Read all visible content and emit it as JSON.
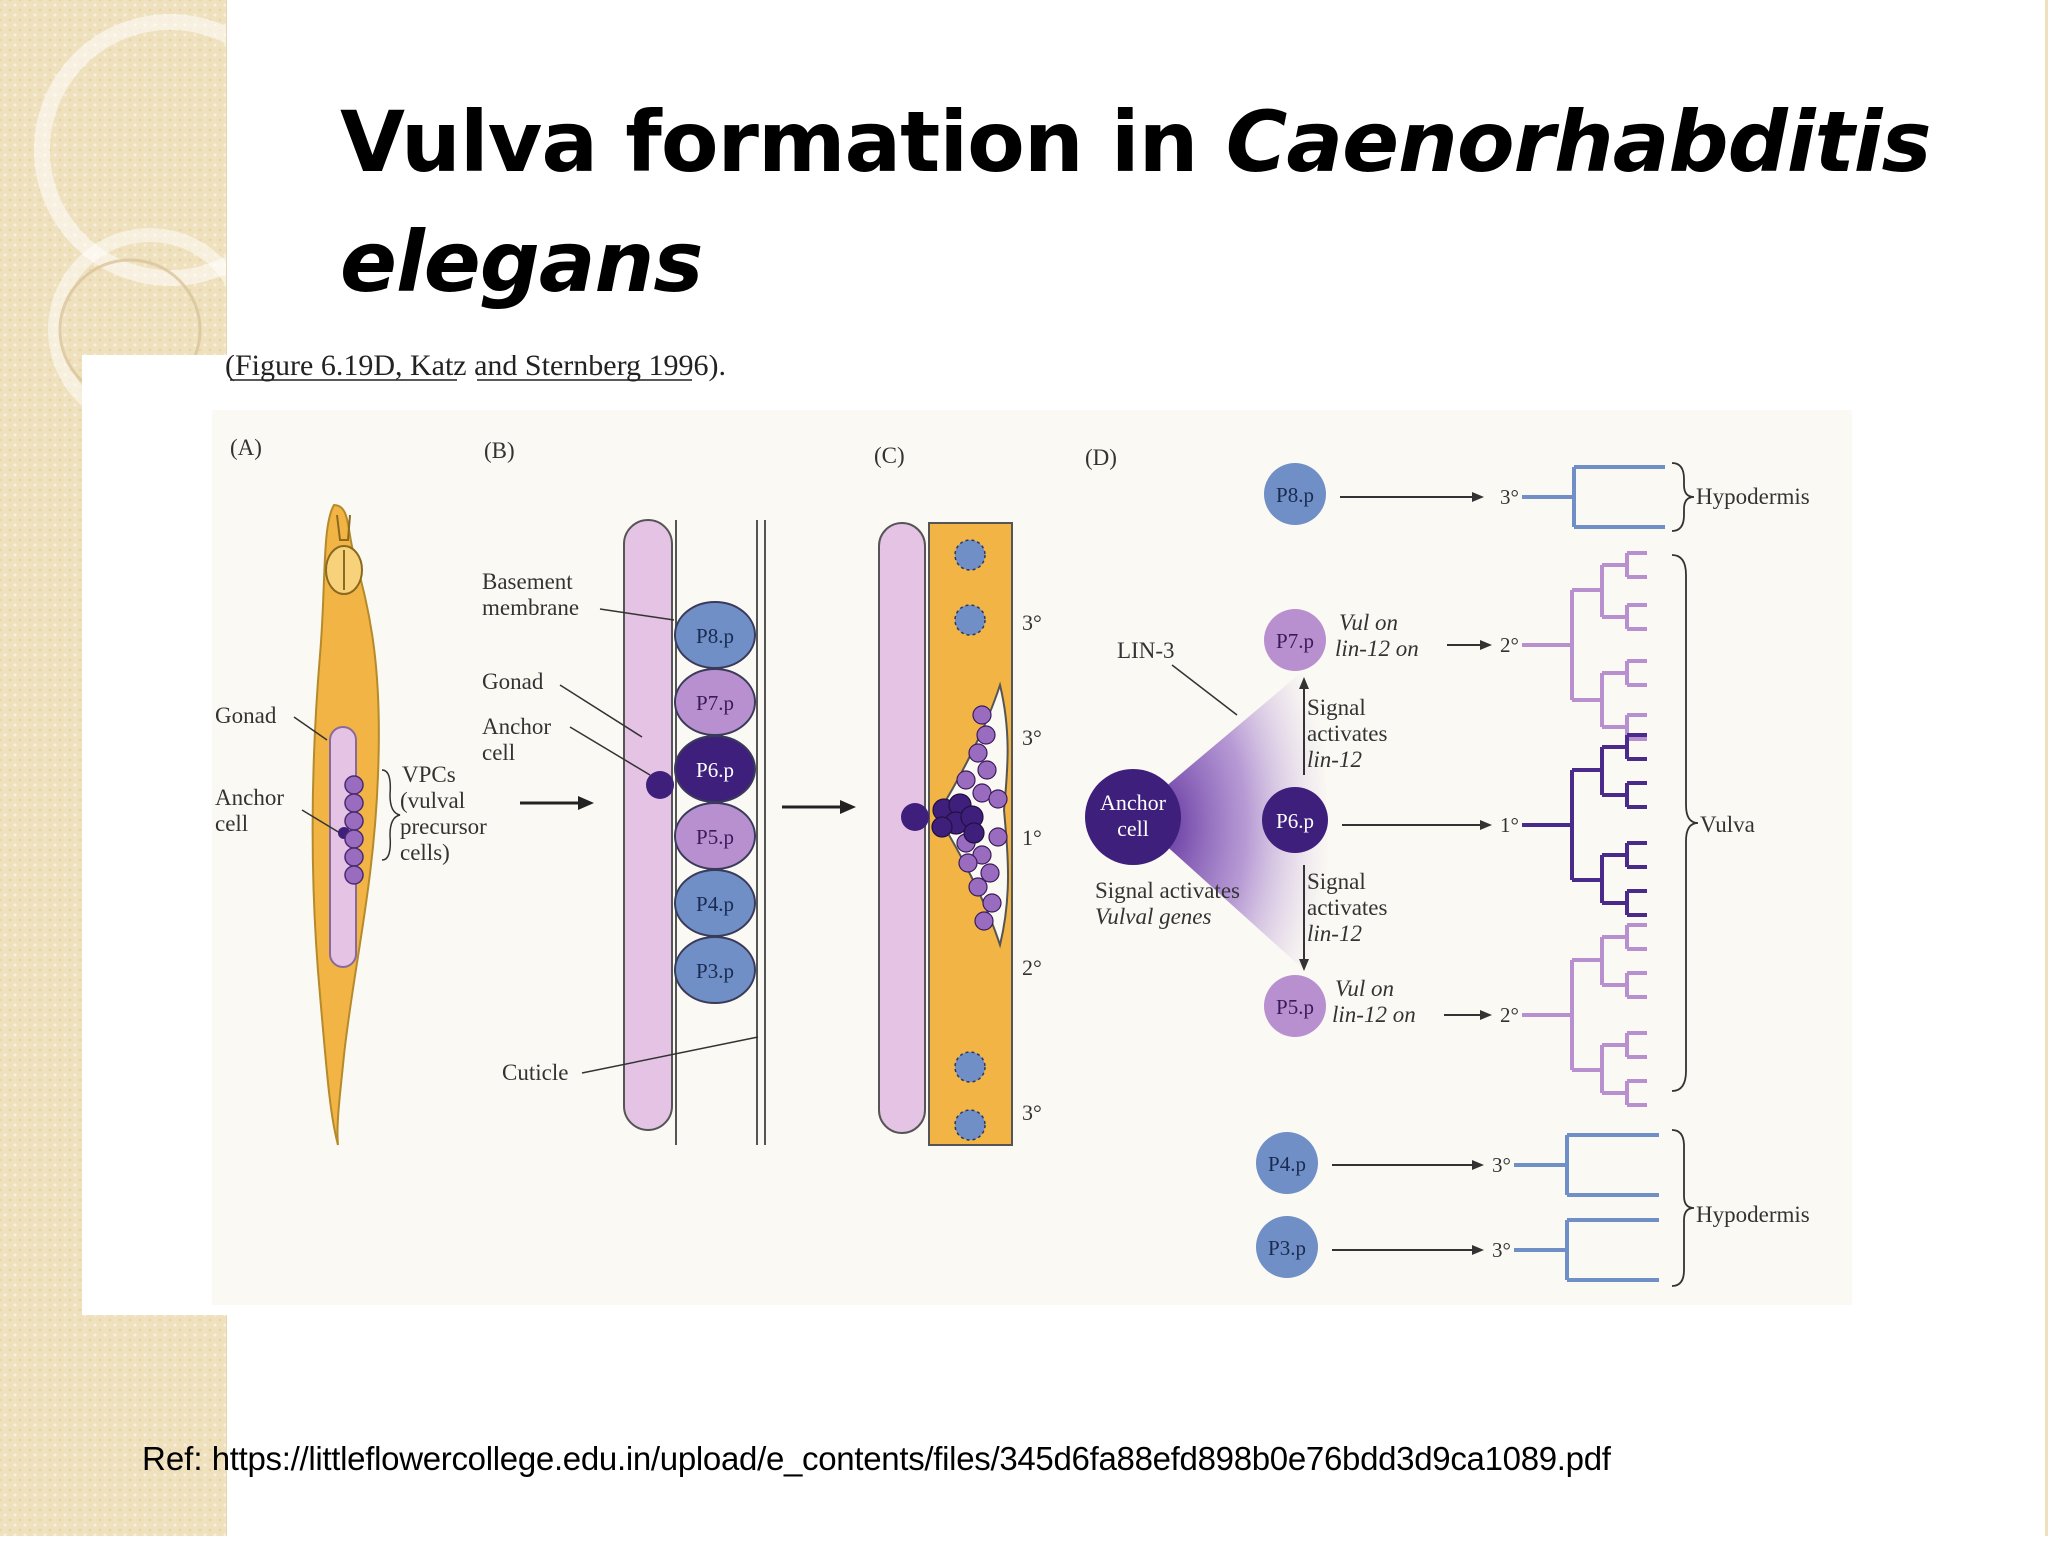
{
  "slide": {
    "title_plain": "Vulva formation in ",
    "title_italic_1": "Caenorhabditis",
    "title_italic_2": "elegans",
    "reference_prefix": "Ref:",
    "reference_url": "https://littleflowercollege.edu.in/upload/e_contents/files/345d6fa88efd898b0e76bdd3d9ca1089.pdf"
  },
  "figure": {
    "caption_fragment": "(Figure 6.19D, Katz and Sternberg 1996).",
    "panels": {
      "a": "(A)",
      "b": "(B)",
      "c": "(C)",
      "d": "(D)"
    },
    "panel_a": {
      "gonad": "Gonad",
      "anchor_line1": "Anchor",
      "anchor_line2": "cell",
      "vpcs_line1": "VPCs",
      "vpcs_line2": "(vulval",
      "vpcs_line3": "precursor",
      "vpcs_line4": "cells)"
    },
    "panel_b": {
      "basement_line1": "Basement",
      "basement_line2": "membrane",
      "gonad": "Gonad",
      "anchor_line1": "Anchor",
      "anchor_line2": "cell",
      "cuticle": "Cuticle",
      "cells": [
        "P8.p",
        "P7.p",
        "P6.p",
        "P5.p",
        "P4.p",
        "P3.p"
      ]
    },
    "panel_c": {
      "fates": [
        "3°",
        "3°",
        "1°",
        "2°",
        "3°"
      ]
    },
    "panel_d": {
      "lin3": "LIN-3",
      "anchor_line1": "Anchor",
      "anchor_line2": "cell",
      "signal_vulval_line1": "Signal activates",
      "signal_vulval_line2": "Vulval genes",
      "signal_up_line1": "Signal",
      "signal_up_line2": "activates",
      "signal_up_line3": "lin-12",
      "signal_down_line1": "Signal",
      "signal_down_line2": "activates",
      "signal_down_line3": "lin-12",
      "vul_on": "Vul on",
      "lin12_on": "lin-12 on",
      "cells": [
        "P8.p",
        "P7.p",
        "P6.p",
        "P5.p",
        "P4.p",
        "P3.p"
      ],
      "fates": [
        "3°",
        "2°",
        "1°",
        "2°",
        "3°",
        "3°"
      ],
      "hypodermis_top": "Hypodermis",
      "vulva": "Vulva",
      "hypodermis_bottom": "Hypodermis"
    },
    "colors": {
      "blue_cell": "#6f8fc6",
      "light_purple_cell": "#b890d0",
      "dark_purple_cell": "#3f1f7c",
      "gonad_pink": "#e4c3e4",
      "worm_orange": "#f2b545"
    }
  }
}
